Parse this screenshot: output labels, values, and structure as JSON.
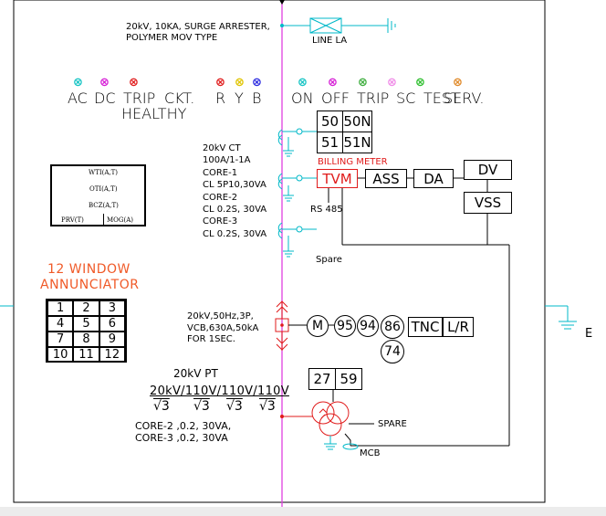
{
  "arrester": {
    "line1": "20kV, 10KA, SURGE ARRESTER,",
    "line2": "POLYMER MOV TYPE",
    "name": "LINE LA"
  },
  "left_indicators": [
    {
      "label": "AC",
      "color": "#16c4c4"
    },
    {
      "label": "DC",
      "color": "#d61ed6"
    },
    {
      "label": "TRIP",
      "color": "#e01b1b"
    }
  ],
  "ckt_label": "CKT.",
  "healthy_label": "HEALTHY",
  "phase_indicators": [
    {
      "label": "R",
      "color": "#e01b1b"
    },
    {
      "label": "Y",
      "color": "#e0c400"
    },
    {
      "label": "B",
      "color": "#2b2be0"
    }
  ],
  "right_indicators": [
    {
      "label": "ON",
      "color": "#16c4c4"
    },
    {
      "label": "OFF",
      "color": "#d61ed6"
    },
    {
      "label": "TRIP",
      "color": "#3fae3f"
    },
    {
      "label": "SC",
      "color": "#f08ee8"
    },
    {
      "label": "TEST",
      "color": "#2fbf2f"
    },
    {
      "label": "SERV.",
      "color": "#e08a2a"
    }
  ],
  "relay_boxes": [
    "50",
    "50N",
    "51",
    "51N"
  ],
  "ct": {
    "lines": [
      "20kV CT",
      "100A/1-1A",
      "CORE-1",
      "CL 5P10,30VA",
      "CORE-2",
      "CL 0.2S, 30VA",
      "CORE-3",
      "CL 0.2S, 30VA"
    ]
  },
  "billing_meter": "BILLING METER",
  "meters": {
    "tvm": "TVM",
    "ass": "ASS",
    "da": "DA",
    "dv": "DV",
    "vss": "VSS"
  },
  "rs485": "RS 485",
  "spare_ct": "Spare",
  "panel": {
    "wti": "WTI(A,T)",
    "oti": "OTI(A,T)",
    "bcz": "BCZ(A,T)",
    "prv": "PRV(T)",
    "mog": "MOG(A)"
  },
  "annunciator": {
    "title1": "12  WINDOW",
    "title2": "ANNUNCIATOR",
    "cells": [
      "1",
      "2",
      "3",
      "4",
      "5",
      "6",
      "7",
      "8",
      "9",
      "10",
      "11",
      "12"
    ]
  },
  "vcb": {
    "lines": [
      "20kV,50Hz,3P,",
      "VCB,630A,50kA",
      "FOR 1SEC."
    ]
  },
  "devices": {
    "m": "M",
    "d95": "95",
    "d94": "94",
    "d86": "86",
    "tnc": "TNC",
    "lr": "L/R",
    "d74": "74"
  },
  "pt": {
    "title": "20kV  PT",
    "ratio": "20kV/110V/110V/110V",
    "sqrt": "√3",
    "core2": "CORE-2 ,0.2,  30VA,",
    "core3": "CORE-3 ,0.2,  30VA"
  },
  "pt_relays": [
    "27",
    "59"
  ],
  "spare_pt": "SPARE",
  "mcb": "MCB",
  "earth_label": "E"
}
